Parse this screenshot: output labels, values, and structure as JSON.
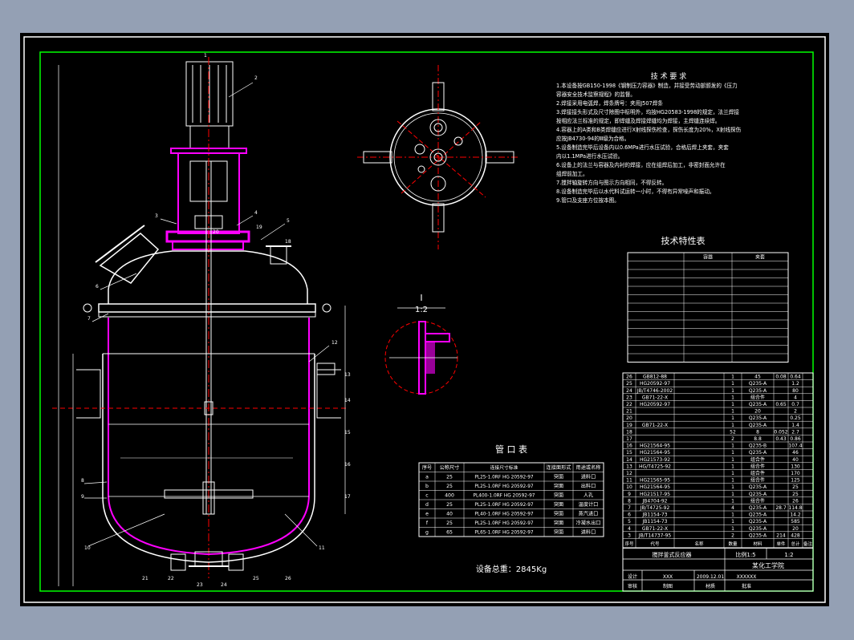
{
  "colors": {
    "background": "#94a0b4",
    "sheet": "#000000",
    "frame_outer": "#ffffff",
    "frame_inner": "#00ff00",
    "vessel": "#ff00ff",
    "line": "#ffffff",
    "center_line": "#ff0000",
    "highlight": "#ff00ff"
  },
  "tech_requirements": {
    "title": "技 术 要 求",
    "lines": [
      "1.本设备按GB150-1998《钢制压力容器》制造，并接受劳动部颁发的《压力",
      "容器安全技术监察规程》的监督。",
      "2.焊接采用电弧焊，焊条牌号：夹用J507焊条",
      "3.焊接接头形式及尺寸除图中标明外，均按HG20583-1998的规定，法兰焊接",
      "按相应法兰标准的规定，即焊缝及焊接焊缝均为焊接，主焊缝连续焊。",
      "4.容器上的A类和B类焊缝应进行X射线探伤检查，探伤长度为20%，X射线探伤",
      "应按JB4730-94的Ⅲ级为合格。",
      "5.设备制造完毕后设备内以0.6MPa进行水压试验，合格后焊上夹套，夹套",
      "内以1.1MPa进行水压试验。",
      "6.设备上的法兰与容器及内衬的焊接，应在组焊后加工，非密封面允许在",
      "组焊前加工。",
      "7.搅拌轴旋转方向与图示方向相同，不得反转。",
      "8.设备制造完毕后以水代料试运转一小时，不得有异常噪声和振动。",
      "9.管口及支座方位按本图。"
    ]
  },
  "tech_char": {
    "title": "技术特性表",
    "headers": [
      "",
      "容器",
      "夹套"
    ],
    "rows": [
      [
        "",
        "",
        ""
      ],
      [
        "",
        "",
        ""
      ],
      [
        "",
        "",
        ""
      ],
      [
        "",
        "",
        ""
      ],
      [
        "",
        "",
        ""
      ],
      [
        "",
        "",
        ""
      ],
      [
        "",
        "",
        ""
      ],
      [
        "",
        "",
        ""
      ],
      [
        "",
        "",
        ""
      ],
      [
        "",
        "",
        ""
      ],
      [
        "",
        "",
        ""
      ],
      [
        "",
        "",
        ""
      ]
    ]
  },
  "nozzle_table": {
    "title": "管 口 表",
    "headers": [
      "序号",
      "公称尺寸",
      "连接尺寸标准",
      "连接面形式",
      "用途或名称"
    ],
    "rows": [
      [
        "a",
        "25",
        "PL25-1.0RF HG 20592-97",
        "突面",
        "进料口"
      ],
      [
        "b",
        "25",
        "PL25-1.0RF HG 20592-97",
        "突面",
        "出料口"
      ],
      [
        "c",
        "400",
        "PL400-1.0RF HG 20592-97",
        "突面",
        "人孔"
      ],
      [
        "d",
        "25",
        "PL25-1.0RF HG 20592-97",
        "突面",
        "温度计口"
      ],
      [
        "e",
        "40",
        "PL40-1.0RF HG 20592-97",
        "突面",
        "蒸汽进口"
      ],
      [
        "f",
        "25",
        "PL25-1.0RF HG 20592-97",
        "突面",
        "冷凝水出口"
      ],
      [
        "g",
        "65",
        "PL65-1.0RF HG 20592-97",
        "突面",
        "进料口"
      ]
    ]
  },
  "total_weight": "设备总重：2845Kg",
  "detail": {
    "label": "I",
    "scale": "1:2"
  },
  "parts_list": {
    "rows": [
      [
        "26",
        "GB812-88",
        "",
        "1",
        "45",
        "0.08",
        "0.64"
      ],
      [
        "25",
        "HG20592-97",
        "",
        "1",
        "Q235-A",
        "",
        "1.2"
      ],
      [
        "24",
        "JB/T4746-2002",
        "",
        "1",
        "Q235-A",
        "",
        "80"
      ],
      [
        "23",
        "GB71-22-X",
        "",
        "1",
        "组合件",
        "",
        "4"
      ],
      [
        "22",
        "HG20592-97",
        "",
        "1",
        "Q235-A",
        "0.65",
        "0.7"
      ],
      [
        "21",
        "",
        "",
        "1",
        "20",
        "",
        "2"
      ],
      [
        "20",
        "",
        "",
        "1",
        "Q235-A",
        "",
        "0.25"
      ],
      [
        "19",
        "GB71-22-X",
        "",
        "1",
        "Q235-A",
        "",
        "1.4"
      ],
      [
        "18",
        "",
        "",
        "52",
        "8",
        "0.052",
        "2.7"
      ],
      [
        "17",
        "",
        "",
        "2",
        "8.8",
        "0.43",
        "0.86"
      ],
      [
        "16",
        "HG21564-95",
        "",
        "1",
        "Q235-B",
        "",
        "107.4"
      ],
      [
        "15",
        "HG21564-95",
        "",
        "1",
        "Q235-A",
        "",
        "46"
      ],
      [
        "14",
        "HG21573-92",
        "",
        "1",
        "组合件",
        "",
        "40"
      ],
      [
        "13",
        "HG/T4725-92",
        "",
        "1",
        "组合件",
        "",
        "130"
      ],
      [
        "12",
        "",
        "",
        "1",
        "组合件",
        "",
        "170"
      ],
      [
        "11",
        "HG21565-95",
        "",
        "1",
        "组合件",
        "",
        "125"
      ],
      [
        "10",
        "HG21564-95",
        "",
        "1",
        "Q235-A",
        "",
        "25"
      ],
      [
        "9",
        "HG21517-95",
        "",
        "1",
        "Q235-A",
        "",
        "25"
      ],
      [
        "8",
        "JB4704-92",
        "",
        "1",
        "组合件",
        "",
        "26"
      ],
      [
        "7",
        "JB/T4725-92",
        "",
        "4",
        "Q235-A",
        "28.7",
        "114.8"
      ],
      [
        "6",
        "JB1154-73",
        "",
        "1",
        "Q235-A",
        "",
        "14.2"
      ],
      [
        "5",
        "JB1154-73",
        "",
        "1",
        "Q235-A",
        "",
        "585"
      ],
      [
        "4",
        "GB71-22-X",
        "",
        "1",
        "Q235-A",
        "",
        "20"
      ],
      [
        "3",
        "JB/T14737-95",
        "",
        "2",
        "Q235-A",
        "214",
        "428"
      ]
    ],
    "footer_headers": [
      "序号",
      "代号",
      "名称",
      "数量",
      "材料",
      "单件",
      "总计",
      "备注"
    ]
  },
  "title_block": {
    "drawing_name": "搅拌釜式反应器",
    "scale_label": "比例1:5",
    "sheet_no": "1:2",
    "school": "某化工学院",
    "designer_label": "设计",
    "designer_name": "XXX",
    "date": "2009.12.01",
    "checker_label": "审核",
    "checker_name": "XXXXXX",
    "approve_label": "批准",
    "drawn_label": "制图",
    "material_label": "材质"
  },
  "leaders": [
    "1",
    "2",
    "3",
    "4",
    "5",
    "6",
    "7",
    "8",
    "9",
    "10",
    "11",
    "12",
    "13",
    "14",
    "15",
    "16",
    "17",
    "18",
    "19",
    "20",
    "21",
    "22",
    "23",
    "24",
    "25",
    "26"
  ]
}
